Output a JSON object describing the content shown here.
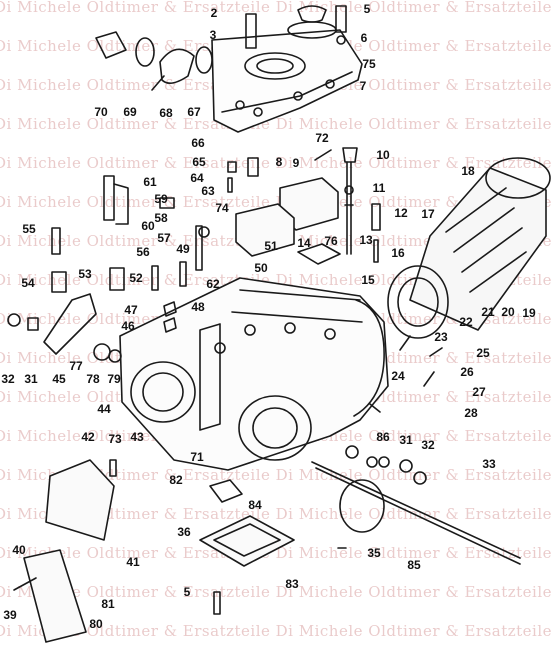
{
  "watermark": {
    "text": "Di Michele Oldtimer & Ersatzteile",
    "color": "#d9a2a2"
  },
  "part_labels": [
    "2",
    "5",
    "3",
    "6",
    "75",
    "70",
    "69",
    "68",
    "67",
    "7",
    "72",
    "66",
    "9",
    "10",
    "65",
    "8",
    "64",
    "61",
    "63",
    "11",
    "18",
    "59",
    "74",
    "55",
    "58",
    "12",
    "60",
    "17",
    "57",
    "14",
    "76",
    "13",
    "51",
    "49",
    "56",
    "16",
    "50",
    "54",
    "53",
    "52",
    "62",
    "15",
    "19",
    "21",
    "20",
    "47",
    "48",
    "46",
    "22",
    "23",
    "25",
    "32",
    "31",
    "45",
    "77",
    "78",
    "79",
    "26",
    "24",
    "27",
    "44",
    "43",
    "28",
    "42",
    "73",
    "86",
    "31",
    "32",
    "71",
    "33",
    "82",
    "84",
    "36",
    "35",
    "40",
    "41",
    "85",
    "83",
    "81",
    "5",
    "39",
    "80"
  ],
  "colors": {
    "ink": "#1a1a1a",
    "paper": "#ffffff"
  }
}
